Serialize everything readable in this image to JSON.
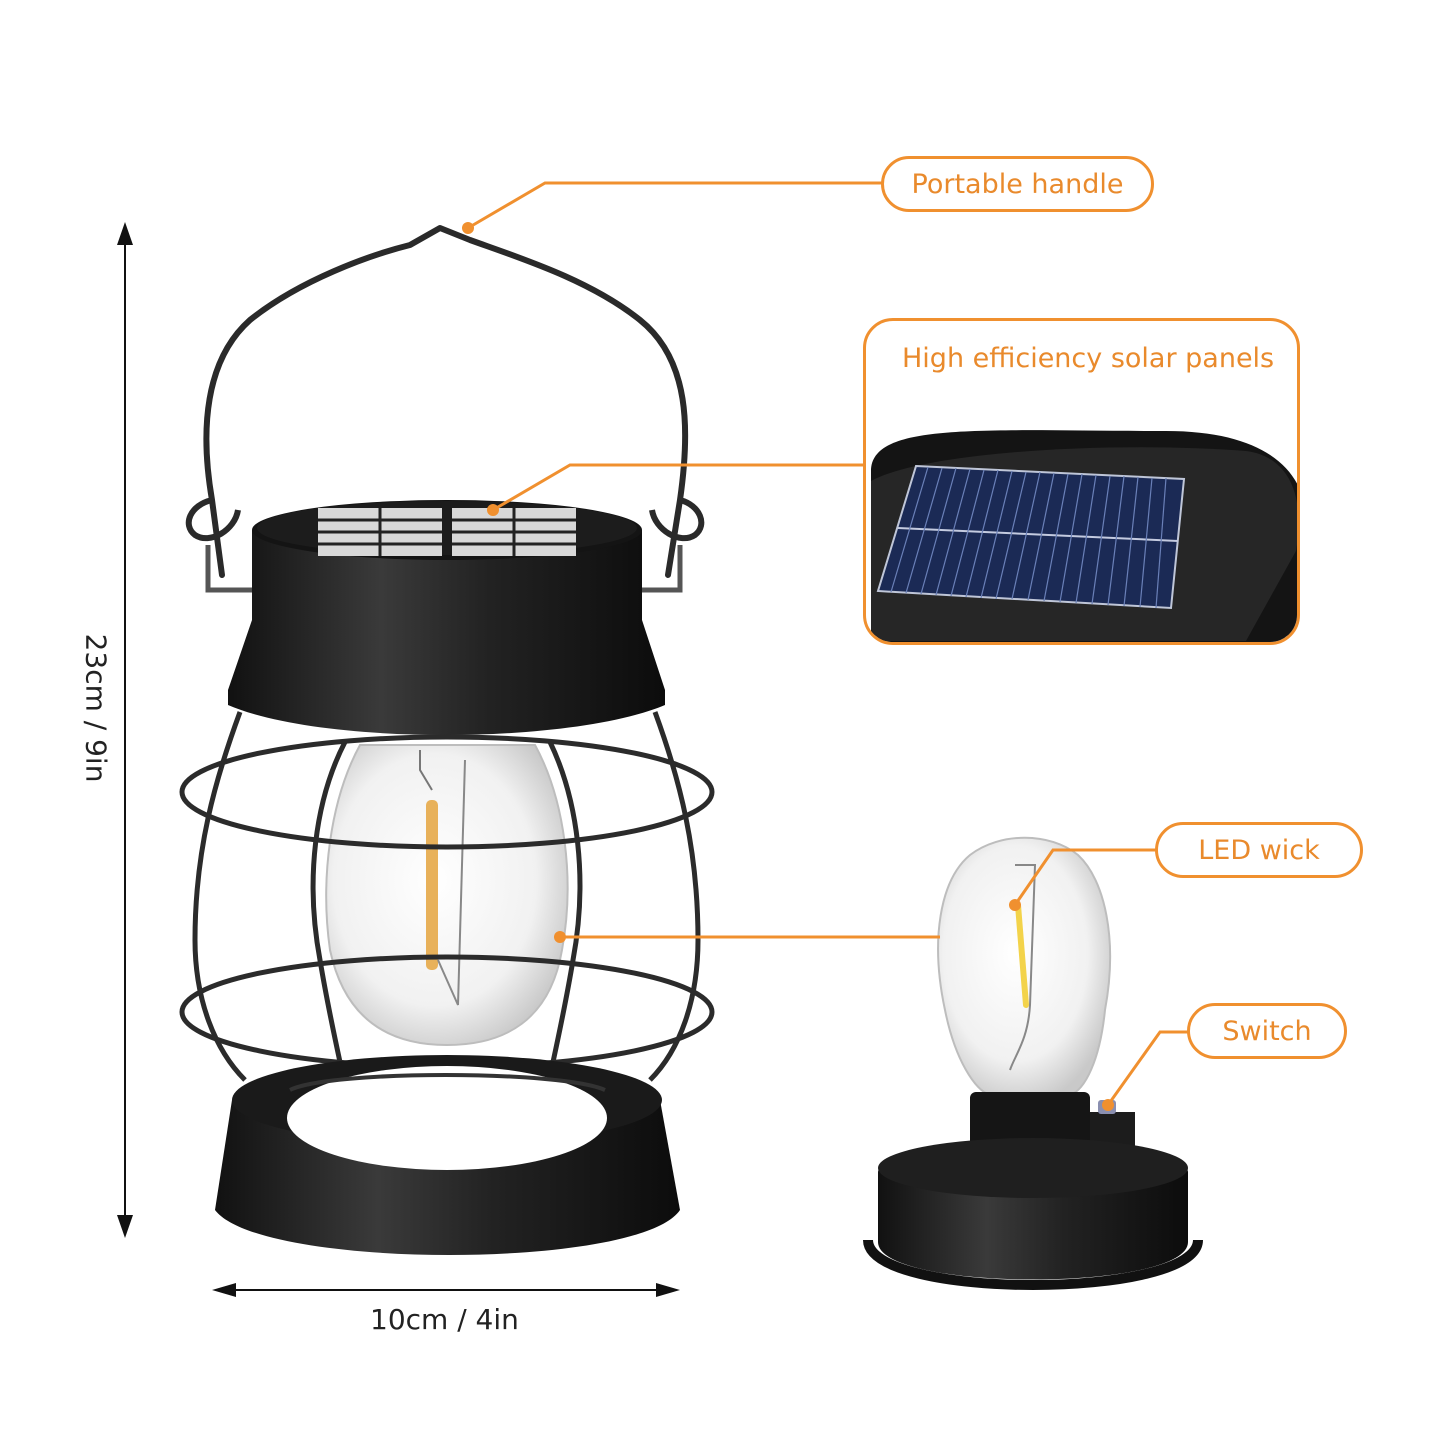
{
  "labels": {
    "handle": "Portable handle",
    "solar": "High efficiency solar panels",
    "led": "LED wick",
    "switch": "Switch"
  },
  "dimensions": {
    "height": "23cm / 9in",
    "width": "10cm / 4in"
  },
  "colors": {
    "accent": "#F0902F",
    "label_text": "#E98A2C",
    "lantern_body": "#1e1e1e",
    "solar_cell": "#1b2a55",
    "filament": "#E8B15A"
  }
}
